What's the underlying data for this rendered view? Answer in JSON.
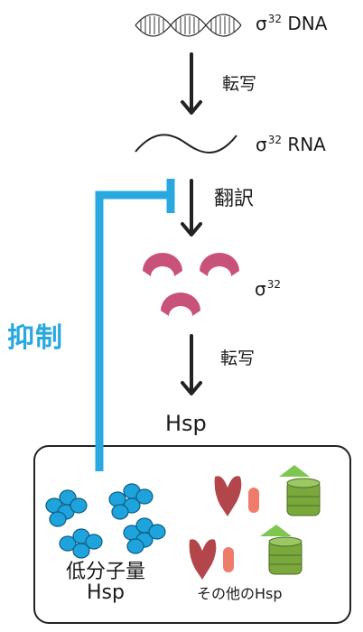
{
  "labels": {
    "sigma_dna": "σ",
    "sigma_dna_sup": "32",
    "sigma_dna_tail": " DNA",
    "step_transcription_1": "転写",
    "sigma_rna": "σ",
    "sigma_rna_sup": "32",
    "sigma_rna_tail": " RNA",
    "step_translation": "翻訳",
    "sigma_protein": "σ",
    "sigma_protein_sup": "32",
    "suppression": "抑制",
    "step_transcription_2": "転写",
    "hsp": "Hsp",
    "small_hsp_line1": "低分子量",
    "small_hsp_line2": "Hsp",
    "other_hsp": "その他のHsp"
  },
  "colors": {
    "suppression": "#29a8df",
    "protein": "#c9527a",
    "small_hsp": "#1fa3dc",
    "other_hsp_red": "#b3464a",
    "other_hsp_salmon": "#ef7c6b",
    "barrel": "#7aa83d",
    "triangle": "#7fc650"
  },
  "icons": [
    "dna-helix-icon",
    "rna-wave-icon",
    "protein-icon",
    "small-hsp-cluster-icon",
    "v-shape-icon",
    "barrel-icon"
  ]
}
